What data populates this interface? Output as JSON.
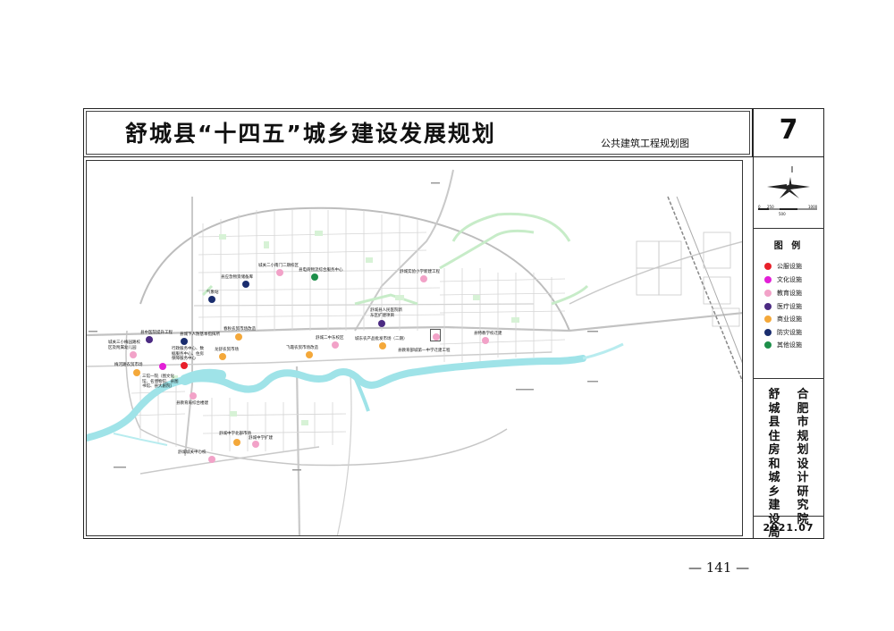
{
  "header": {
    "title": "舒城县“十四五”城乡建设发展规划",
    "subtitle": "公共建筑工程规划图",
    "figure_number": "7"
  },
  "legend": {
    "title": "图 例",
    "items": [
      {
        "label": "公服设施",
        "color": "#e8202a"
      },
      {
        "label": "文化设施",
        "color": "#e21fd6"
      },
      {
        "label": "教育设施",
        "color": "#f2a2c8"
      },
      {
        "label": "医疗设施",
        "color": "#4b2a82"
      },
      {
        "label": "商业设施",
        "color": "#f4a83a"
      },
      {
        "label": "防灾设施",
        "color": "#1a2d6e"
      },
      {
        "label": "其他设施",
        "color": "#1d8f4a"
      }
    ]
  },
  "scale": {
    "ticks": [
      "0",
      "250",
      "500",
      "1000"
    ]
  },
  "org": {
    "left": "舒城县住房和城乡建设局",
    "right": "合肥市规划设计研究院"
  },
  "date": "2021.07",
  "page_number": "— 141 —",
  "facilities": [
    {
      "label": "城关二小南门二期校区",
      "type": 2
    },
    {
      "label": "县应急物资储备库",
      "type": 5
    },
    {
      "label": "气象站",
      "type": 5
    },
    {
      "label": "县电商物流综合服务中心",
      "type": 6
    },
    {
      "label": "舒城实验小学新建工程",
      "type": 2
    },
    {
      "label": "舒城县人民医院新东区扩建项目",
      "type": 3
    },
    {
      "label": "县中医院提升工程",
      "type": 3
    },
    {
      "label": "县城下人防基本指挥所",
      "type": 5
    },
    {
      "label": "城关三小梅园路校区及附属幼儿园",
      "type": 2
    },
    {
      "label": "春秋农贸市场改造",
      "type": 4
    },
    {
      "label": "行政服务中心、数据服务中心、住房保障服务中心",
      "type": 0
    },
    {
      "label": "龙舒农贸市场",
      "type": 4
    },
    {
      "label": "梅河路农贸市场",
      "type": 4
    },
    {
      "label": "三馆一院（图文化馆、名博物馆、县图书馆、县大剧院）",
      "type": 1
    },
    {
      "label": "飞霞农贸市场改造",
      "type": 4
    },
    {
      "label": "舒城二中东校区",
      "type": 2
    },
    {
      "label": "城东农产品批发市场（二期）",
      "type": 4
    },
    {
      "label": "县特教学校迁建",
      "type": 2
    },
    {
      "label": "县教育部城第一中学迁建工程",
      "type": 2
    },
    {
      "label": "县教育局综合楼建",
      "type": 2
    },
    {
      "label": "舒城中学北部市场",
      "type": 4
    },
    {
      "label": "舒城中学扩建",
      "type": 2
    },
    {
      "label": "舒城城关中心校",
      "type": 2
    }
  ]
}
